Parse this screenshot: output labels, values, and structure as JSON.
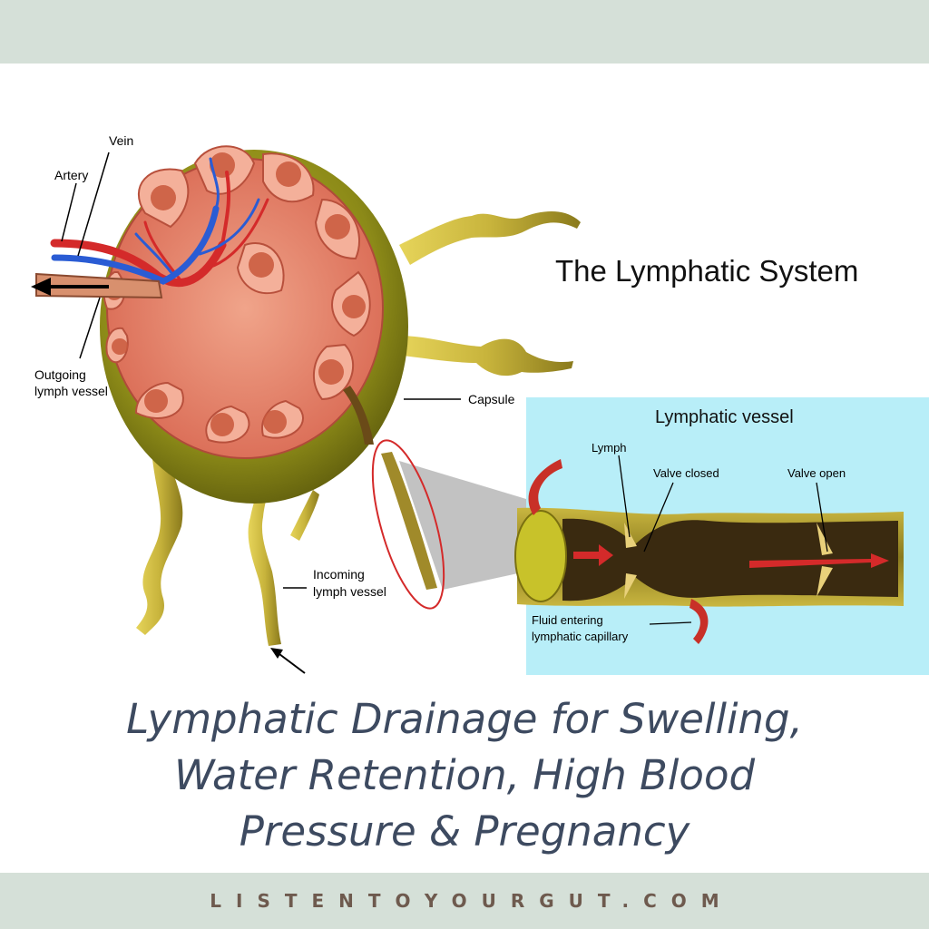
{
  "title": "The Lymphatic System",
  "labels": {
    "vein": "Vein",
    "artery": "Artery",
    "outgoing_line1": "Outgoing",
    "outgoing_line2": "lymph vessel",
    "capsule": "Capsule",
    "incoming_line1": "Incoming",
    "incoming_line2": "lymph vessel"
  },
  "inset": {
    "title": "Lymphatic vessel",
    "lymph": "Lymph",
    "valve_closed": "Valve closed",
    "valve_open": "Valve open",
    "fluid_line1": "Fluid entering",
    "fluid_line2": "lymphatic capillary"
  },
  "caption": {
    "line1": "Lymphatic Drainage for Swelling,",
    "line2": "Water Retention, High Blood",
    "line3": "Pressure & Pregnancy"
  },
  "footer": {
    "site": "LISTENTOYOURGUT.COM"
  },
  "colors": {
    "band": "#d5e0d8",
    "caption_text": "#3d4a60",
    "footer_text": "#6e5a4e",
    "inset_bg": "#b8eef8",
    "node_tissue": "#e8836c",
    "capsule": "#8c8a18",
    "vessel": "#c8b43c",
    "artery": "#d42a2a",
    "vein": "#2a5cd4"
  }
}
